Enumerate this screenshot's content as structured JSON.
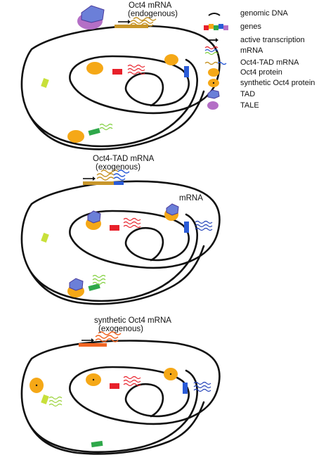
{
  "legend": [
    {
      "id": "genomic-dna",
      "label": "genomic DNA",
      "icon": "dna-strand-icon"
    },
    {
      "id": "genes",
      "label": "genes",
      "icon": "gene-blocks-icon"
    },
    {
      "id": "active-transcription",
      "label": "active transcription",
      "icon": "arrow-icon"
    },
    {
      "id": "mrna",
      "label": "mRNA",
      "icon": "mrna-wave-icon"
    },
    {
      "id": "oct4-tad-mrna",
      "label": "Oct4-TAD mRNA",
      "icon": "oct4-tad-mrna-icon"
    },
    {
      "id": "oct4-protein",
      "label": "Oct4 protein",
      "icon": "oct4-protein-icon"
    },
    {
      "id": "synthetic-oct4-protein",
      "label": "synthetic Oct4 protein",
      "icon": "synthetic-oct4-protein-icon"
    },
    {
      "id": "tad",
      "label": "TAD",
      "icon": "tad-hexagon-icon"
    },
    {
      "id": "tale",
      "label": "TALE",
      "icon": "tale-ellipse-icon"
    }
  ],
  "panels": [
    {
      "id": "panel-1",
      "title_line1": "Oct4 mRNA",
      "title_line2": "(endogenous)"
    },
    {
      "id": "panel-2",
      "title_line1": "Oct4-TAD mRNA",
      "title_line2": "(exogenous)",
      "extra_label": "mRNA"
    },
    {
      "id": "panel-3",
      "title_line1": "synthetic Oct4 mRNA",
      "title_line2": "(exogenous)"
    }
  ],
  "colors": {
    "dna": "#111111",
    "oct4_gene": "#c8962a",
    "oct4_protein": "#f5a817",
    "tad": "#6b7fd8",
    "tale": "#b46fc6",
    "gene_red": "#e8202a",
    "gene_blue": "#2a5bd7",
    "gene_green": "#2fa84a",
    "gene_lime": "#c8e03a",
    "synthetic_gene": "#f26522",
    "mrna_red": "#e8202a",
    "mrna_blue": "#1f3fb8",
    "mrna_green": "#7fcf3a"
  }
}
